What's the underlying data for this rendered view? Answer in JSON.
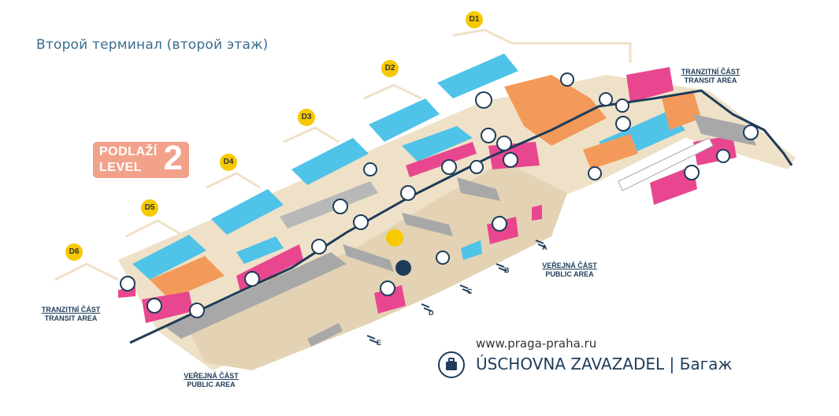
{
  "title": "Второй терминал (второй этаж)",
  "level_badge": {
    "line1": "PODLAŽÍ",
    "line2": "LEVEL",
    "number": "2"
  },
  "gates": [
    "D1",
    "D2",
    "D3",
    "D4",
    "D5",
    "D6"
  ],
  "areas": {
    "transit_left": {
      "cz": "TRANZITNÍ ČÁST",
      "en": "TRANSIT AREA"
    },
    "transit_right": {
      "cz": "TRANZITNÍ ČÁST",
      "en": "TRANSIT AREA"
    },
    "public_mid": {
      "cz": "VEŘEJNÁ ČÁST",
      "en": "PUBLIC AREA"
    },
    "public_bottom": {
      "cz": "VEŘEJNÁ ČÁST",
      "en": "PUBLIC AREA"
    }
  },
  "exits": [
    "A",
    "B",
    "C",
    "D",
    "E"
  ],
  "website": "www.praga-praha.ru",
  "legend": {
    "icon": "luggage-icon",
    "text": "ÚSCHOVNA ZAVAZADEL | Багаж"
  },
  "colors": {
    "floor": "#efe1c8",
    "public_floor": "#e3d3b4",
    "gate_area": "#4fc3e8",
    "shops": "#f39a5a",
    "pink": "#e8478f",
    "grey": "#a8a8a8",
    "boundary": "#1e3c5a",
    "gate_marker": "#f6c900",
    "badge": "#f2a18a"
  }
}
